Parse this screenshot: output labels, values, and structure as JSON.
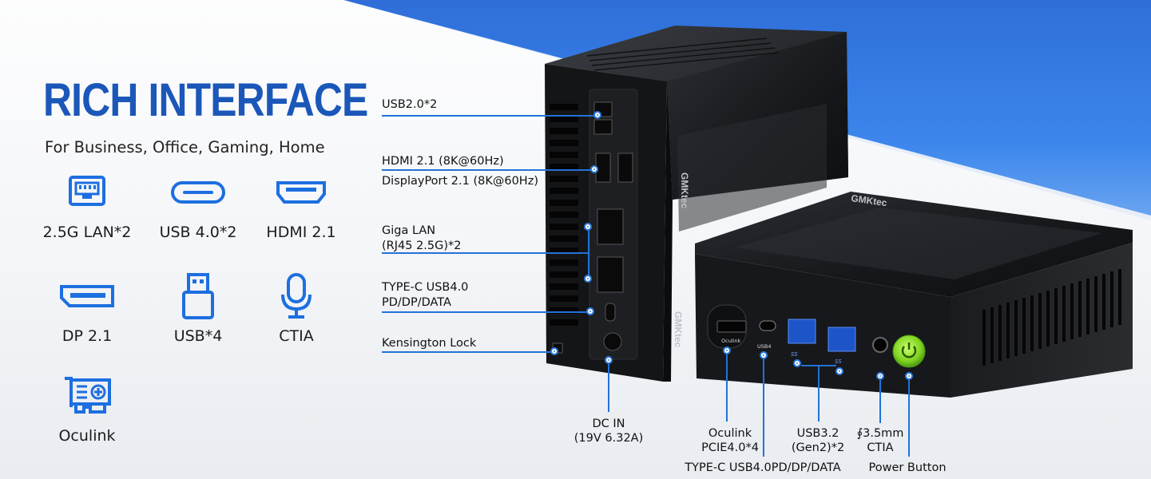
{
  "header": {
    "title": "RICH INTERFACE",
    "subtitle": "For Business, Office, Gaming, Home"
  },
  "features": [
    {
      "icon": "lan-port-icon",
      "label": "2.5G LAN*2"
    },
    {
      "icon": "usb-c-icon",
      "label": "USB 4.0*2"
    },
    {
      "icon": "hdmi-icon",
      "label": "HDMI 2.1"
    },
    {
      "icon": "displayport-icon",
      "label": "DP 2.1"
    },
    {
      "icon": "usb-a-icon",
      "label": "USB*4"
    },
    {
      "icon": "microphone-icon",
      "label": "CTIA"
    },
    {
      "icon": "oculink-card-icon",
      "label": "Oculink"
    }
  ],
  "side_callouts": [
    {
      "lines": [
        "USB2.0*2"
      ]
    },
    {
      "lines": [
        "HDMI 2.1 (8K@60Hz)",
        "DisplayPort 2.1 (8K@60Hz)"
      ]
    },
    {
      "lines": [
        "Giga LAN",
        "(RJ45 2.5G)*2"
      ]
    },
    {
      "lines": [
        "TYPE-C USB4.0",
        "PD/DP/DATA"
      ]
    },
    {
      "lines": [
        "Kensington Lock"
      ]
    }
  ],
  "bottom_callouts": {
    "dc_in": [
      "DC IN",
      "(19V 6.32A)"
    ],
    "oculink": [
      "Oculink",
      "PCIE4.0*4"
    ],
    "usb32": [
      "USB3.2",
      "(Gen2)*2"
    ],
    "audio": [
      "∮3.5mm",
      "CTIA"
    ],
    "typec": "TYPE-C USB4.0PD/DP/DATA",
    "power": "Power Button"
  },
  "device_text": {
    "brand": "GMKtec",
    "port_oculink": "Oculink",
    "port_usb4": "USB4",
    "port_ss": "SS"
  },
  "colors": {
    "accent_blue": "#1b57b9",
    "line_blue": "#2372d8",
    "power_green": "#7ed321"
  }
}
